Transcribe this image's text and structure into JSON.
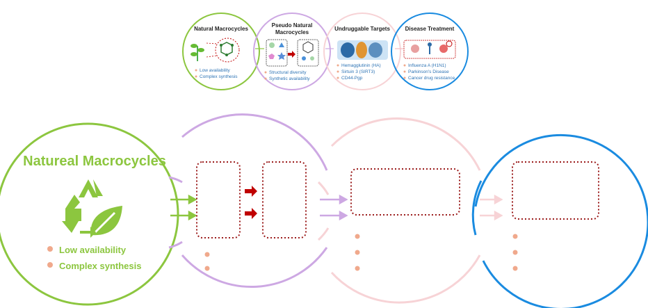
{
  "colors": {
    "green": "#8cc63f",
    "purple": "#cda8e3",
    "pink": "#f7d3d6",
    "blue": "#1a8be0",
    "darkred": "#9b1b1b",
    "arrow_red": "#c00000",
    "bullet": "#f0a98c",
    "text_blue": "#2e74b5"
  },
  "top": {
    "stages": [
      {
        "title": "Natural Macrocycles",
        "bullets": [
          "Low availability",
          "Complex synthesis"
        ]
      },
      {
        "title_line1": "Pseudo Natural",
        "title_line2": "Macrocycles",
        "bullets": [
          "Structural diversity",
          "Synthetic availability"
        ]
      },
      {
        "title": "Undruggable Targets",
        "bullets": [
          "Hemagglutinin (HA)",
          "Sirtuin 3 (SIRT3)",
          "CD44-Pgp"
        ]
      },
      {
        "title": "Disease Treatment",
        "bullets": [
          "Influenza A (H1N1)",
          "Parkinson's Disease",
          "Cancer drug resistance"
        ]
      }
    ]
  },
  "bottom": {
    "title": "Natureal Macrocycles",
    "bullets": [
      "Low availability",
      "Complex synthesis"
    ],
    "icon": "recycle-leaf-icon"
  }
}
